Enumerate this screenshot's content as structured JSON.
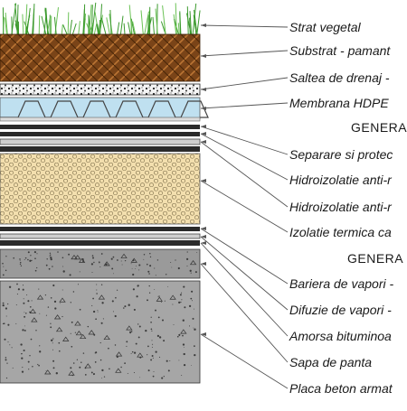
{
  "labels": [
    "Strat vegetal",
    "Substrat - pamant",
    "Saltea de drenaj -",
    "Membrana HDPE",
    "Separare si protec",
    "Hidroizolatie anti-r",
    "Hidroizolatie anti-r",
    "Izolatie termica ca",
    "Bariera de vapori -",
    "Difuzie de vapori -",
    "Amorsa bituminoa",
    "Sapa de panta",
    "Placa beton armat"
  ],
  "headers": [
    "GENERA",
    "GENERA"
  ],
  "colors": {
    "grass": "#3c9a2e",
    "soil": "#7a4418",
    "soil_line": "#b97433",
    "membrane": "#bfe0f0",
    "insulation": "#f3dfae",
    "concrete": "#a6a6a6",
    "screed": "#9a9a9a",
    "dark_layer": "#2a2a2a",
    "leader": "#555555"
  }
}
